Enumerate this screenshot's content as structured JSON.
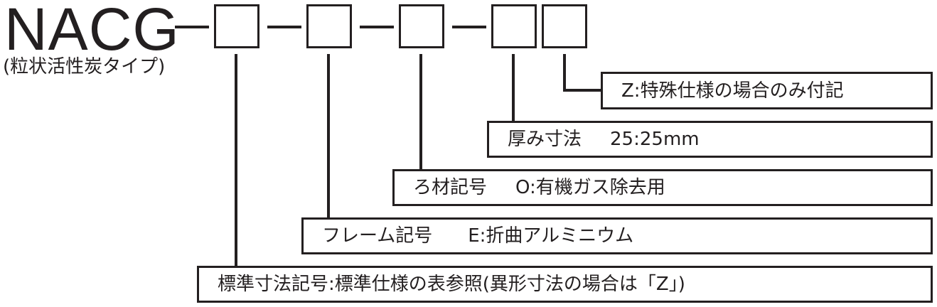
{
  "model": {
    "prefix": "NACG",
    "subtitle": "(粒状活性炭タイプ)"
  },
  "descriptions": {
    "z_spec": "Z:特殊仕様の場合のみ付記",
    "thickness": {
      "label": "厚み寸法",
      "value": "25:25mm"
    },
    "filter_material": {
      "label": "ろ材記号",
      "value": "O:有機ガス除去用"
    },
    "frame": {
      "label": "フレーム記号",
      "value": "E:折曲アルミニウム"
    },
    "standard_size": "標準寸法記号:標準仕様の表参照(異形寸法の場合は「Z」)"
  }
}
